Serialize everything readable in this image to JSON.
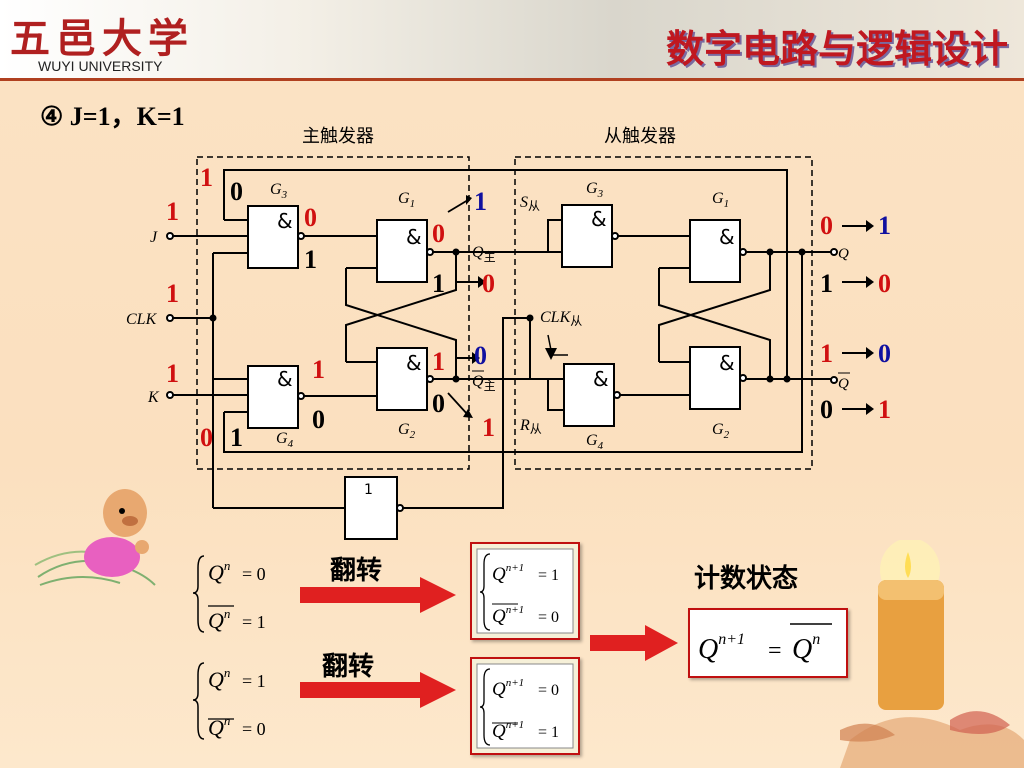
{
  "header": {
    "logo_cn": "五邑大学",
    "logo_en": "WUYI UNIVERSITY",
    "course_title": "数字电路与逻辑设计"
  },
  "case_label": "④  J=1，K=1",
  "circuit": {
    "master_label": "主触发器",
    "slave_label": "从触发器",
    "gate_symbol": "&",
    "not_symbol": "1",
    "inputs": {
      "j": "J",
      "clk": "CLK",
      "k": "K"
    },
    "outputs": {
      "q": "Q",
      "qbar": "Q"
    },
    "gates": {
      "g1": "G",
      "g1_sub": "1",
      "g2": "G",
      "g2_sub": "2",
      "g3": "G",
      "g3_sub": "3",
      "g4": "G",
      "g4_sub": "4"
    },
    "slave_signals": {
      "s": "S",
      "s_sub": "从",
      "r": "R",
      "r_sub": "从",
      "clk": "CLK",
      "clk_sub": "从"
    },
    "master_outputs": {
      "q": "Q",
      "q_sub": "主",
      "qbar": "Q",
      "qbar_sub": "主"
    },
    "values": {
      "m_top_fb": "1",
      "m_top_fb2": "0",
      "j_val": "1",
      "g3_out_top": "0",
      "g3_out_bot": "1",
      "clk_val": "1",
      "k_val": "1",
      "g4_out_top": "1",
      "g4_out_bot": "0",
      "m_bot_fb": "0",
      "m_bot_fb2": "1",
      "g1m_out": "0",
      "g2m_out": "1",
      "g2m_out2": "0",
      "s_val": "1",
      "qm_val": "0",
      "qbm_val": "0",
      "r_val": "1",
      "g1m_in_low": "1",
      "q_old": "0",
      "q_new": "1",
      "q_fb_old": "1",
      "q_fb_new": "0",
      "qb_old": "1",
      "qb_new": "0",
      "qb_fb_old": "0",
      "qb_fb_new": "1"
    }
  },
  "eq1": {
    "a": "Q",
    "a_sup": "n",
    "a_rhs": "= 0",
    "b": "Q",
    "b_sup": "n",
    "b_rhs": "= 1"
  },
  "eq2": {
    "a": "Q",
    "a_sup": "n",
    "a_rhs": "= 1",
    "b": "Q",
    "b_sup": "n",
    "b_rhs": "= 0"
  },
  "res1": {
    "a": "Q",
    "a_sup": "n+1",
    "a_rhs": "= 1",
    "b": "Q",
    "b_sup": "n+1",
    "b_rhs": "= 0"
  },
  "res2": {
    "a": "Q",
    "a_sup": "n+1",
    "a_rhs": "= 0",
    "b": "Q",
    "b_sup": "n+1",
    "b_rhs": "= 1"
  },
  "flip_label_1": "翻转",
  "flip_label_2": "翻转",
  "count_state_label": "计数状态",
  "final": {
    "lhs": "Q",
    "lhs_sup": "n+1",
    "eq": "=",
    "rhs": "Q",
    "rhs_sup": "n"
  },
  "colors": {
    "accent_red": "#d01010",
    "title_red": "#c01820",
    "blue": "#1010a0"
  }
}
